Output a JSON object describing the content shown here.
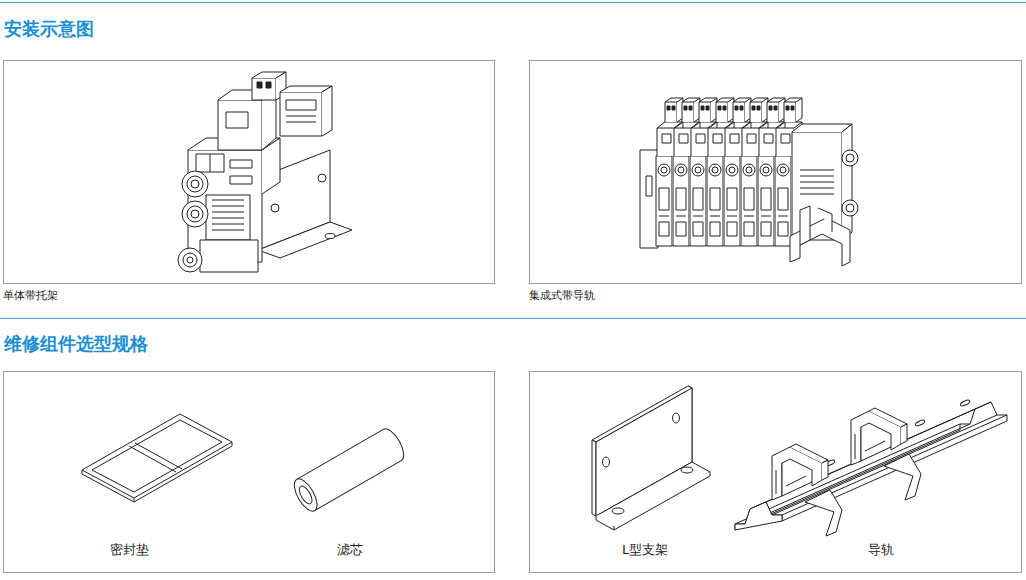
{
  "diagram": {
    "nodes": [
      {
        "text": [
          "单体带托架"
        ]
      },
      {
        "text": [
          "集成式带导轨"
        ]
      },
      {
        "text": [
          "密封垫",
          "滤芯"
        ]
      },
      {
        "text": [
          "L型支架",
          "导轨"
        ]
      }
    ],
    "labels": [
      "安装示意图",
      "维修组件选型规格"
    ]
  }
}
